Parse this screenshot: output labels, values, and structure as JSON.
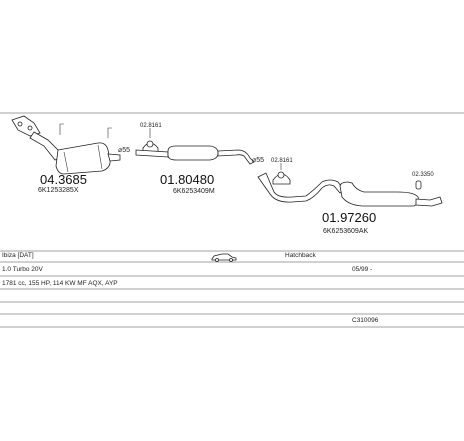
{
  "parts": {
    "p1": {
      "number": "04.3685",
      "oem": "6K1253285X"
    },
    "p2": {
      "number": "01.80480",
      "oem": "6K6253409M"
    },
    "p3": {
      "number": "01.97260",
      "oem": "6K6253609AK"
    },
    "clamp_a": "02.8161",
    "clamp_b": "02.8161",
    "hanger": "02.3350",
    "dia_a": "⌀55",
    "dia_b": "⌀55"
  },
  "info": {
    "model": "Ibiza [DAT]",
    "body": "Hatchback",
    "engine": "1.0 Turbo 20V",
    "date": "05/99 -",
    "spec": "1781 cc, 155 HP, 114 KW MF AQX, AYP",
    "code": "C310096"
  },
  "icons": {
    "vehicle": "car-side-icon"
  }
}
